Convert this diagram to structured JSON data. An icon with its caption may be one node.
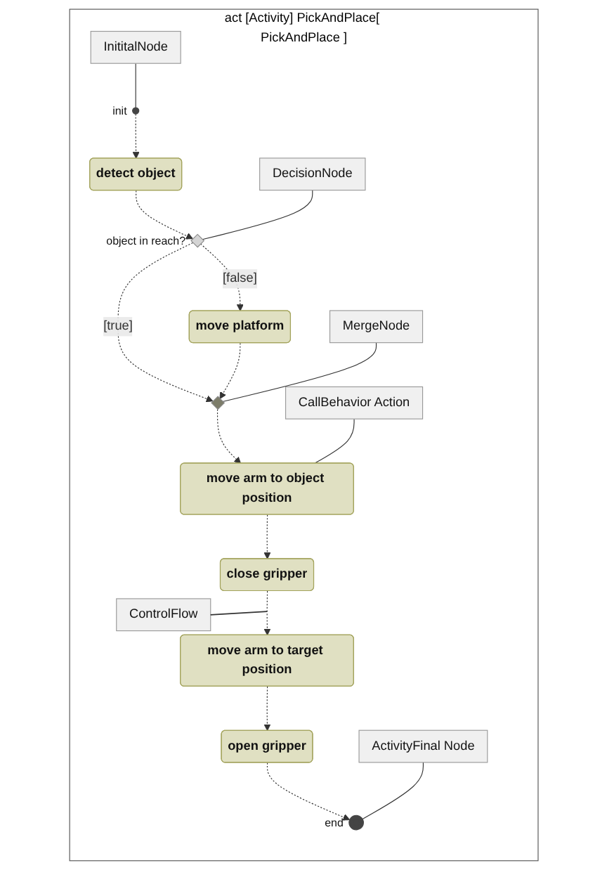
{
  "diagram": {
    "nodes": [
      {
        "text": [
          "act [Activity] PickAndPlace[ PickAndPlace ]"
        ]
      },
      {
        "text": [],
        "shape": "circle",
        "in": 0,
        "beside": [
          "init"
        ]
      },
      {
        "text": [
          "detect object"
        ],
        "in": 0
      },
      {
        "text": [
          "InititalNode"
        ],
        "in": 0
      },
      {
        "text": [],
        "shape": "diamond",
        "in": 0,
        "beside": [
          "object in reach?"
        ]
      },
      {
        "text": [
          "DecisionNode"
        ],
        "in": 0
      },
      {
        "text": [
          "move platform"
        ],
        "in": 0
      },
      {
        "text": [],
        "shape": "diamond",
        "in": 0
      },
      {
        "text": [
          "MergeNode"
        ],
        "in": 0
      },
      {
        "text": [
          "CallBehavior Action"
        ],
        "in": 0
      },
      {
        "text": [
          "move arm to object position"
        ],
        "in": 0
      },
      {
        "text": [
          "ControlFlow"
        ],
        "in": 0
      },
      {
        "text": [
          "close gripper"
        ],
        "in": 0
      },
      {
        "text": [
          "move arm to target position"
        ],
        "in": 0
      },
      {
        "text": [
          "ActivityFinal Node"
        ],
        "in": 0
      },
      {
        "text": [],
        "shape": "circle",
        "in": 0,
        "beside": [
          "end"
        ]
      },
      {
        "text": [
          "open gripper"
        ],
        "in": 0
      }
    ],
    "edges": [
      {
        "from": 1,
        "to": 2,
        "arrow": "to",
        "style": "dashed"
      },
      {
        "from": 2,
        "to": 4,
        "arrow": "to",
        "style": "dashed"
      },
      {
        "from": 4,
        "to": 6,
        "arrow": "to",
        "style": "dashed",
        "label": "[false]"
      },
      {
        "from": 4,
        "to": 7,
        "arrow": "to",
        "style": "dashed",
        "label": "[true]"
      },
      {
        "from": 6,
        "to": 7,
        "arrow": "to",
        "style": "dashed"
      },
      {
        "from": 7,
        "to": 10,
        "arrow": "to",
        "style": "dashed"
      },
      {
        "from": 10,
        "to": 12,
        "arrow": "to",
        "style": "dashed"
      },
      {
        "from": 12,
        "to": 13,
        "arrow": "to",
        "style": "dashed"
      },
      {
        "from": 13,
        "to": 16,
        "arrow": "to",
        "style": "dashed"
      },
      {
        "from": 16,
        "to": 15,
        "arrow": "to",
        "style": "dashed"
      },
      {
        "from": 3,
        "to": 1,
        "arrow": "none"
      },
      {
        "from": 5,
        "to": 4,
        "arrow": "none"
      },
      {
        "from": 8,
        "to": 7,
        "arrow": "none"
      },
      {
        "from": 9,
        "to": 10,
        "arrow": "none"
      },
      {
        "from": 11,
        "to": null,
        "arrow": "none"
      },
      {
        "from": 14,
        "to": 15,
        "arrow": "none"
      }
    ]
  }
}
